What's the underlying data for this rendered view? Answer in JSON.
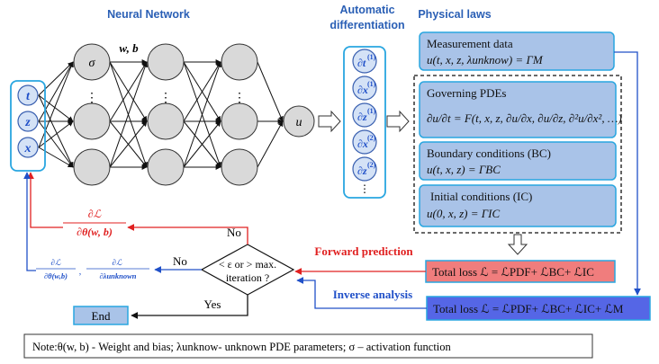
{
  "titles": {
    "neural_network": "Neural Network",
    "autodiff_line1": "Automatic",
    "autodiff_line2": "differentiation",
    "physical_laws": "Physical laws"
  },
  "inputs": [
    "t",
    "z",
    "x"
  ],
  "network": {
    "sigma": "σ",
    "weights_label": "w, b",
    "ellipsis": "⋮",
    "output": "u"
  },
  "autodiff_items": [
    {
      "var": "∂t",
      "order": "(1)"
    },
    {
      "var": "∂x",
      "order": "(1)"
    },
    {
      "var": "∂z",
      "order": "(1)"
    },
    {
      "var": "∂x",
      "order": "(2)"
    },
    {
      "var": "∂z",
      "order": "(2)"
    }
  ],
  "autodiff_ellipsis": "⋮",
  "physical": {
    "measurement_title": "Measurement data",
    "measurement_eq": "u(t, x, z, λunknow) = ΓM",
    "governing_title": "Governing PDEs",
    "governing_eq": "∂u/∂t = F(t, x, z, ∂u/∂x, ∂u/∂z, ∂²u/∂x², …)",
    "boundary_title": "Boundary conditions (BC)",
    "boundary_eq": "u(t, x, z) = ΓBC",
    "initial_title": "Initial conditions (IC)",
    "initial_eq": "u(0, x, z) = ΓIC"
  },
  "loss": {
    "forward_label": "Forward prediction",
    "inverse_label": "Inverse analysis",
    "forward_loss": "Total loss ℒ = ℒPDF+ ℒBC+ ℒIC",
    "inverse_loss": "Total loss ℒ = ℒPDF+ ℒBC+ ℒIC+ ℒM"
  },
  "decision": {
    "line1": "< ε or > max.",
    "line2": "iteration ?",
    "no_top": "No",
    "no_left": "No",
    "yes": "Yes",
    "end": "End"
  },
  "gradients": {
    "red_num": "∂ℒ",
    "red_den": "∂θ(w, b)",
    "blue_num1": "∂ℒ",
    "blue_den1": "∂θ(w,b)",
    "blue_num2": "∂ℒ",
    "blue_den2": "∂λunknown"
  },
  "note": "Note:θ(w, b) - Weight and bias; λunknow- unknown PDE parameters; σ – activation function",
  "colors": {
    "accent_blue": "#2a5fb5",
    "box_fill": "#a9c3e8",
    "box_border": "#29a6e0",
    "forward_fill": "#f07d7d",
    "inverse_fill": "#5566e6",
    "red_arrow": "#e02020",
    "blue_arrow": "#2050c8"
  }
}
